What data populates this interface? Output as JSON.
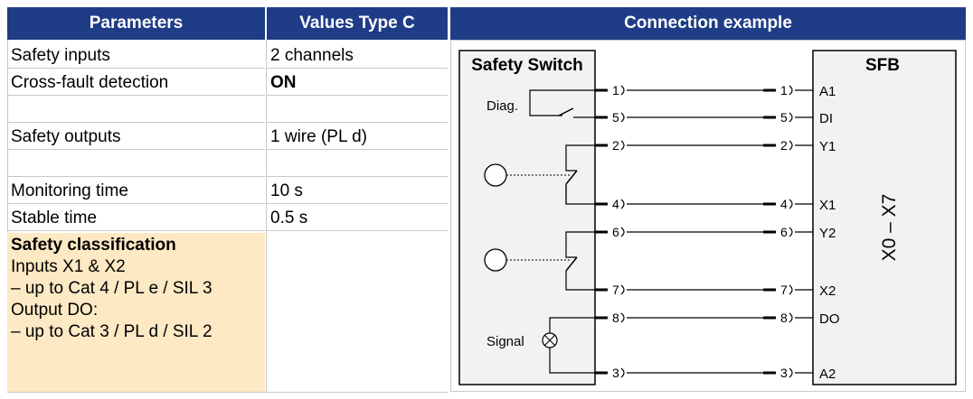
{
  "header": {
    "parameters": "Parameters",
    "values": "Values Type C",
    "connection": "Connection example"
  },
  "rows": [
    {
      "param": "Safety inputs",
      "value": "2 channels",
      "value_bold": false
    },
    {
      "param": "Cross-fault detection",
      "value": "ON",
      "value_bold": true
    },
    {
      "param": "",
      "value": "",
      "value_bold": false
    },
    {
      "param": "Safety outputs",
      "value": "1 wire (PL d)",
      "value_bold": false
    },
    {
      "param": "",
      "value": "",
      "value_bold": false
    },
    {
      "param": "Monitoring time",
      "value": "10 s",
      "value_bold": false
    },
    {
      "param": "Stable time",
      "value": "0.5 s",
      "value_bold": false
    }
  ],
  "safety_classification": {
    "title": "Safety classification",
    "inputs_label": "Inputs X1 & X2",
    "inputs_value": "–   up to Cat 4 / PL e / SIL 3",
    "output_label": "Output DO:",
    "output_value": "–   up to Cat 3 / PL d / SIL 2"
  },
  "diagram": {
    "switch_title": "Safety Switch",
    "sfb_title": "SFB",
    "sfb_range": "X0 – X7",
    "diag_label": "Diag.",
    "signal_label": "Signal",
    "connections": [
      {
        "pin": "1",
        "terminal": "A1"
      },
      {
        "pin": "5",
        "terminal": "DI"
      },
      {
        "pin": "2",
        "terminal": "Y1"
      },
      {
        "pin": "4",
        "terminal": "X1"
      },
      {
        "pin": "6",
        "terminal": "Y2"
      },
      {
        "pin": "7",
        "terminal": "X2"
      },
      {
        "pin": "8",
        "terminal": "DO"
      },
      {
        "pin": "3",
        "terminal": "A2"
      }
    ],
    "colors": {
      "header": "#1f3c86",
      "box_fill": "#f2f2f2",
      "highlight": "#fde9c4"
    }
  }
}
